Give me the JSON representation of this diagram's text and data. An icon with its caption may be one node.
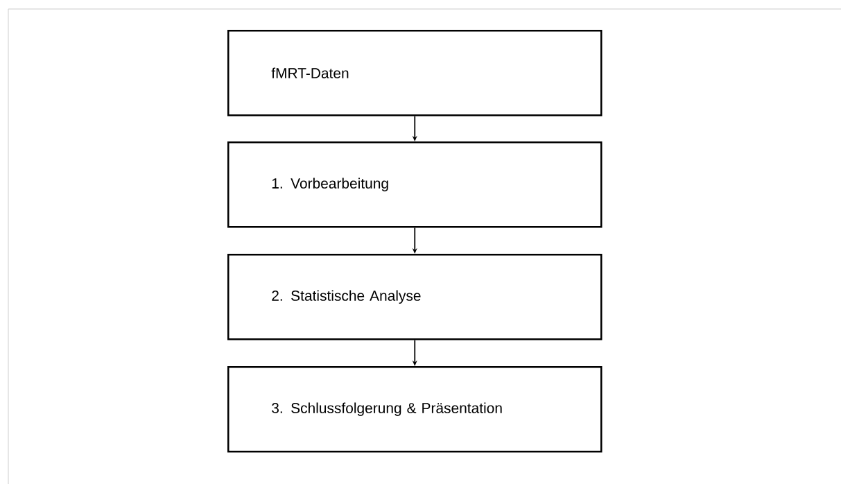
{
  "diagram": {
    "nodes": [
      {
        "text": [
          "fMRT-Daten"
        ]
      },
      {
        "text": [
          "1. Vorbearbeitung"
        ]
      },
      {
        "text": [
          "2. Statistische Analyse"
        ]
      },
      {
        "text": [
          "3. Schlussfolgerung & Präsentation"
        ]
      }
    ],
    "edges": [
      {
        "from": 0,
        "to": 1,
        "arrow": "to"
      },
      {
        "from": 1,
        "to": 2,
        "arrow": "to"
      },
      {
        "from": 2,
        "to": 3,
        "arrow": "to"
      }
    ]
  }
}
